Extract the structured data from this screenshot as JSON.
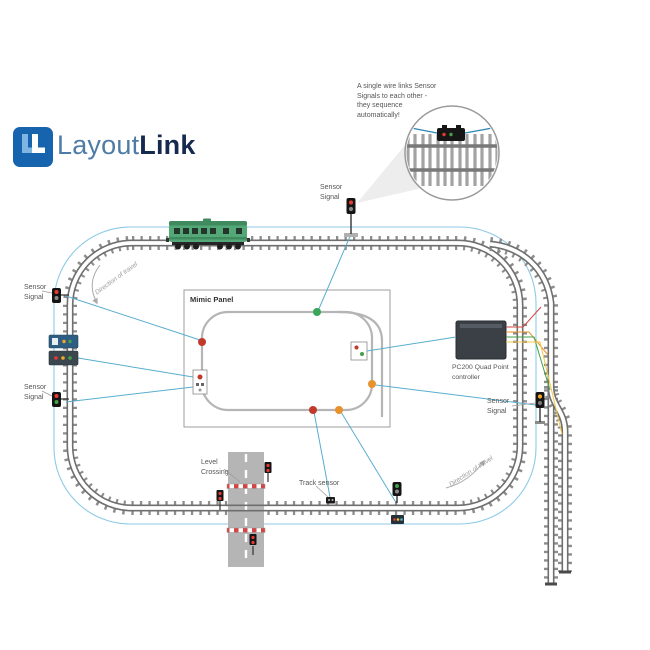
{
  "logo": {
    "part1": "Layout",
    "part2": "Link"
  },
  "inset": {
    "callout": "A single wire links Sensor Signals to each other - they sequence automatically!"
  },
  "labels": {
    "sensor_signal_top": "Sensor Signal",
    "sensor_signal_left_upper": "Sensor Signal",
    "sensor_signal_left_lower": "Sensor Signal",
    "sensor_signal_right": "Sensor Signal",
    "mimic_panel": "Mimic Panel",
    "point_controller": "PC200 Quad Point controller",
    "level_crossing": "Level Crossing",
    "track_sensor": "Track sensor",
    "direction_top": "Direction of travel",
    "direction_bottom": "Direction of travel"
  },
  "colors": {
    "wire_blue": "#58aecf",
    "outline_blue": "#8ecae6",
    "train_green": "#54a877",
    "signal_red": "#e53935",
    "signal_green": "#43a047",
    "signal_amber": "#f5a623",
    "mimic_dot_green": "#3aa657",
    "mimic_dot_red": "#c0392b",
    "mimic_dot_orange": "#e8912d",
    "controller_body": "#3b4046",
    "logo_blue": "#1663ae",
    "logo_text_primary": "#4e7ca6",
    "logo_text_secondary": "#16294e"
  }
}
